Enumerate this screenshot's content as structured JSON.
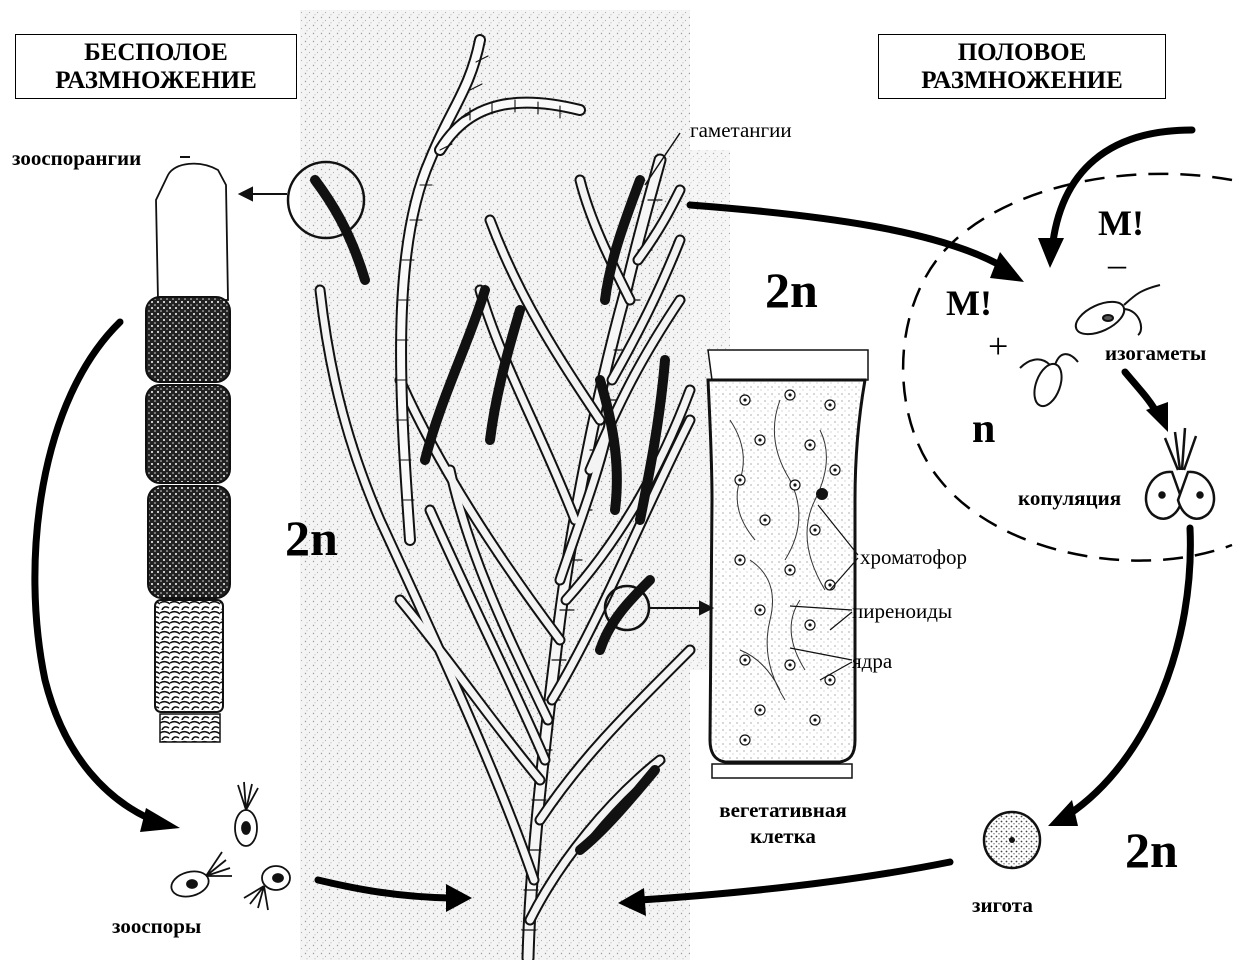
{
  "titles": {
    "asexual_line1": "БЕСПОЛОЕ",
    "asexual_line2": "РАЗМНОЖЕНИЕ",
    "sexual_line1": "ПОЛОВОЕ",
    "sexual_line2": "РАЗМНОЖЕНИЕ"
  },
  "labels": {
    "zoosporangia": "зооспорангии",
    "zoospores": "зооспоры",
    "gametangia": "гаметангии",
    "isogametes": "изогаметы",
    "copulation": "копуляция",
    "zygote": "зигота",
    "vegetative_line1": "вегетативная",
    "vegetative_line2": "клетка",
    "chromatophore": "хроматофор",
    "pyrenoids": "пиреноиды",
    "nuclei": "ядра"
  },
  "ploidy": {
    "asexual": "2n",
    "thallus": "2n",
    "zygote": "2n",
    "gametes": "n"
  },
  "meiosis": {
    "top": "М!",
    "left": "М!",
    "minus_sign": "–",
    "plus_sign": "+"
  }
}
